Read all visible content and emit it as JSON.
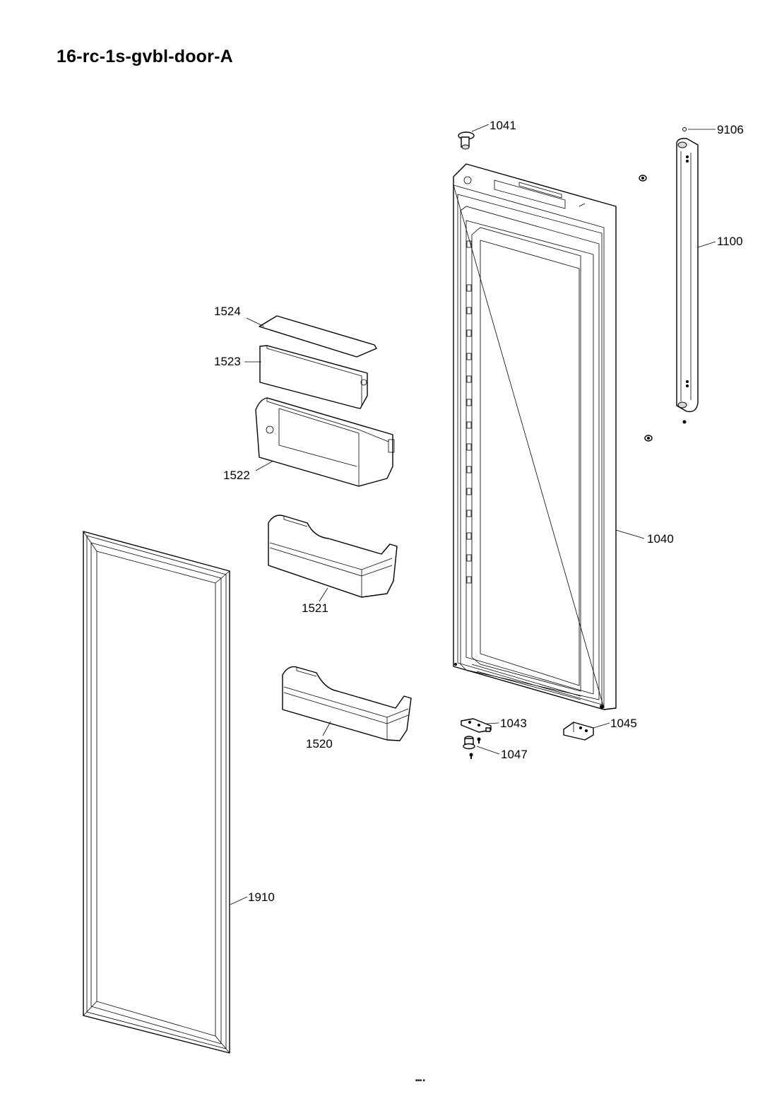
{
  "title": "16-rc-1s-gvbl-door-A",
  "labels": {
    "p1041": "1041",
    "p9106": "9106",
    "p1100": "1100",
    "p1040": "1040",
    "p1524": "1524",
    "p1523": "1523",
    "p1522": "1522",
    "p1521": "1521",
    "p1520": "1520",
    "p1043": "1043",
    "p1045": "1045",
    "p1047": "1047",
    "p1910": "1910"
  },
  "footer": "■■■ ■"
}
